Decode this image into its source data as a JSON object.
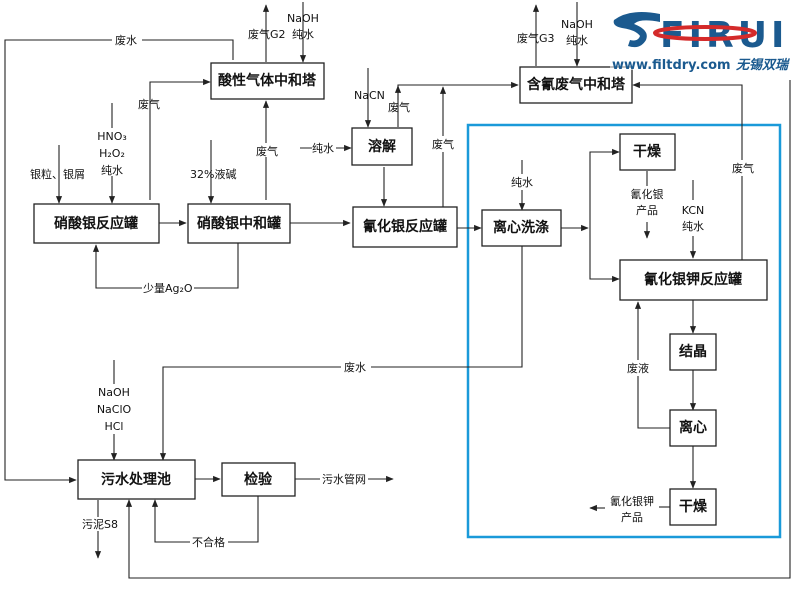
{
  "diagram": {
    "title": "",
    "boxes": {
      "acid_gas_tower": "酸性气体中和塔",
      "cyanide_gas_tower": "含氰废气中和塔",
      "dissolve": "溶解",
      "silver_nitrate_reactor": "硝酸银反应罐",
      "silver_nitrate_neutralizer": "硝酸银中和罐",
      "silver_cyanide_reactor": "氰化银反应罐",
      "centrifuge_wash": "离心洗涤",
      "dry_1": "干燥",
      "kag_reactor": "氰化银钾反应罐",
      "crystallize": "结晶",
      "centrifuge": "离心",
      "dry_2": "干燥",
      "wastewater_pool": "污水处理池",
      "inspection": "检验"
    },
    "labels": {
      "waste_water_top": "废水",
      "waste_gas_g2": "废气G2",
      "naoh_1": "NaOH",
      "pure_water_1": "纯水",
      "waste_gas_g3": "废气G3",
      "naoh_2": "NaOH",
      "pure_water_2": "纯水",
      "waste_gas_left": "废气",
      "hno3": "HNO₃",
      "h2o2": "H₂O₂",
      "pure_water_3": "纯水",
      "silver_input": "银粒、银屑",
      "caustic_32": "32%液碱",
      "waste_gas_mid": "废气",
      "pure_water_4": "纯水",
      "nacn": "NaCN",
      "waste_gas_dissolve": "废气",
      "waste_gas_agcn": "废气",
      "pure_water_5": "纯水",
      "agcn_product_1": "氰化银",
      "agcn_product_2": "产品",
      "kcn": "KCN",
      "pure_water_6": "纯水",
      "waste_gas_right": "废气",
      "ag2o": "少量Ag₂O",
      "waste_liquid": "废液",
      "waste_water_mid": "废水",
      "naoh_3": "NaOH",
      "naclo": "NaClO",
      "hcl": "HCl",
      "sewer": "污水管网",
      "sludge": "污泥S8",
      "unqualified": "不合格",
      "kag_product_1": "氰化银钾",
      "kag_product_2": "产品"
    },
    "highlight_color": "#1a9ad9"
  },
  "watermark": {
    "brand": "FIRUI",
    "url": "www.filtdry.com",
    "company": "无锡双瑞",
    "brand_color": "#1b5a8f",
    "accent_color": "#d42a2a"
  }
}
